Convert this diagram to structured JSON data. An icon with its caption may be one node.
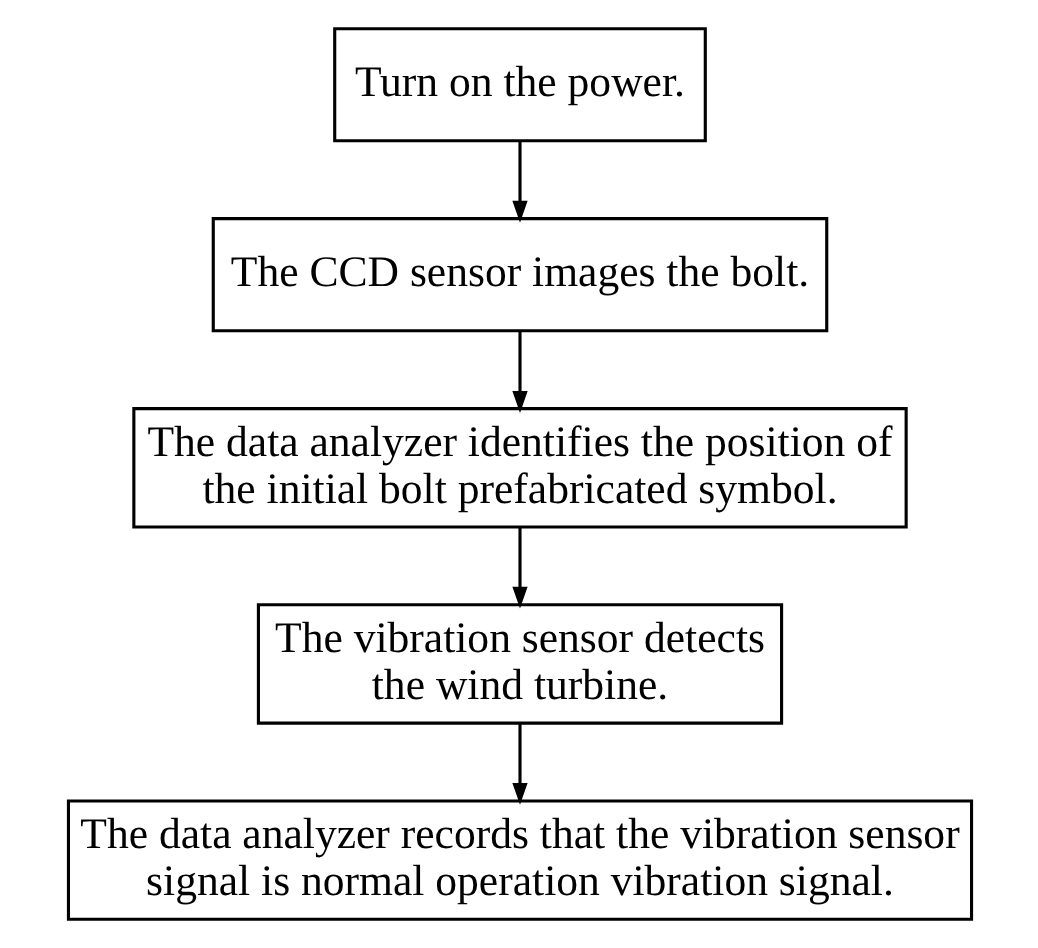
{
  "diagram": {
    "nodes": [
      {
        "text": [
          "Turn on the power."
        ]
      },
      {
        "text": [
          "The CCD sensor images the bolt."
        ]
      },
      {
        "text": [
          "The data analyzer identifies the position of the initial bolt prefabricated symbol."
        ]
      },
      {
        "text": [
          "The vibration sensor detects the wind turbine."
        ]
      },
      {
        "text": [
          "The data analyzer records that the vibration sensor signal is normal operation vibration signal."
        ]
      }
    ],
    "edges": [
      {
        "from": 0,
        "to": 1,
        "arrow": "to"
      },
      {
        "from": 1,
        "to": 2,
        "arrow": "to"
      },
      {
        "from": 2,
        "to": 3,
        "arrow": "to"
      },
      {
        "from": 3,
        "to": 4,
        "arrow": "to"
      }
    ]
  }
}
